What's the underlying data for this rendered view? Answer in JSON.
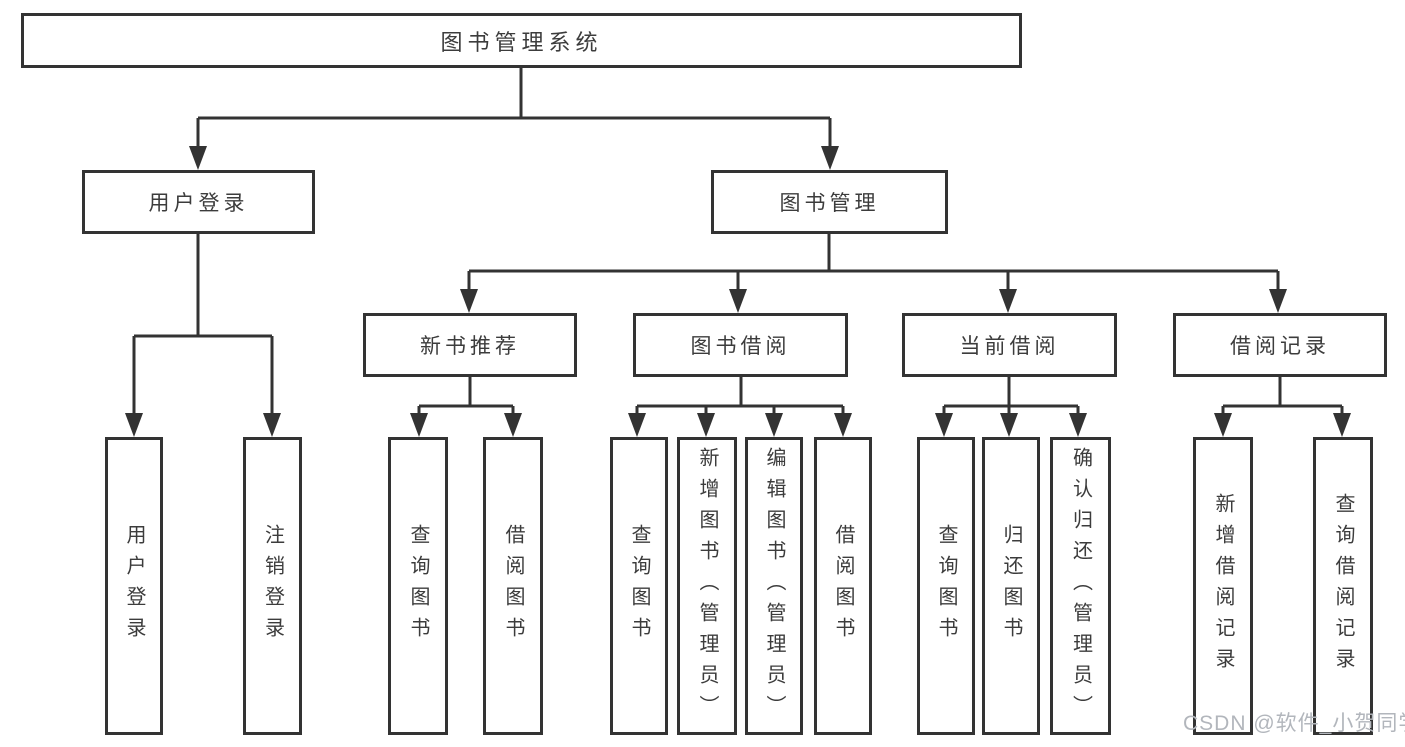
{
  "diagram": {
    "title": "图书管理系统",
    "nodes": {
      "root": "图书管理系统",
      "user_login": "用户登录",
      "book_mgmt": "图书管理",
      "new_book_rec": "新书推荐",
      "book_borrow": "图书借阅",
      "current_borrow": "当前借阅",
      "borrow_records": "借阅记录",
      "leaf_user_login": "用户登录",
      "leaf_logout": "注销登录",
      "rec_query_book": "查询图书",
      "rec_borrow_book": "借阅图书",
      "bb_query_book": "查询图书",
      "bb_add_book": "新增图书（管理员）",
      "bb_edit_book": "编辑图书（管理员）",
      "bb_borrow_book": "借阅图书",
      "cb_query_book": "查询图书",
      "cb_return_book": "归还图书",
      "cb_confirm_return": "确认归还（管理员）",
      "br_add_record": "新增借阅记录",
      "br_query_record": "查询借阅记录"
    },
    "hierarchy": {
      "图书管理系统": {
        "用户登录": [
          "用户登录",
          "注销登录"
        ],
        "图书管理": {
          "新书推荐": [
            "查询图书",
            "借阅图书"
          ],
          "图书借阅": [
            "查询图书",
            "新增图书（管理员）",
            "编辑图书（管理员）",
            "借阅图书"
          ],
          "当前借阅": [
            "查询图书",
            "归还图书",
            "确认归还（管理员）"
          ],
          "借阅记录": [
            "新增借阅记录",
            "查询借阅记录"
          ]
        }
      }
    }
  },
  "watermark": "CSDN @软件_小贺同学",
  "colors": {
    "line": "#333333",
    "text": "#3c3c3c",
    "box_background": "#ffffff",
    "page_background": "#ffffff",
    "watermark": "#b2b6bc"
  }
}
